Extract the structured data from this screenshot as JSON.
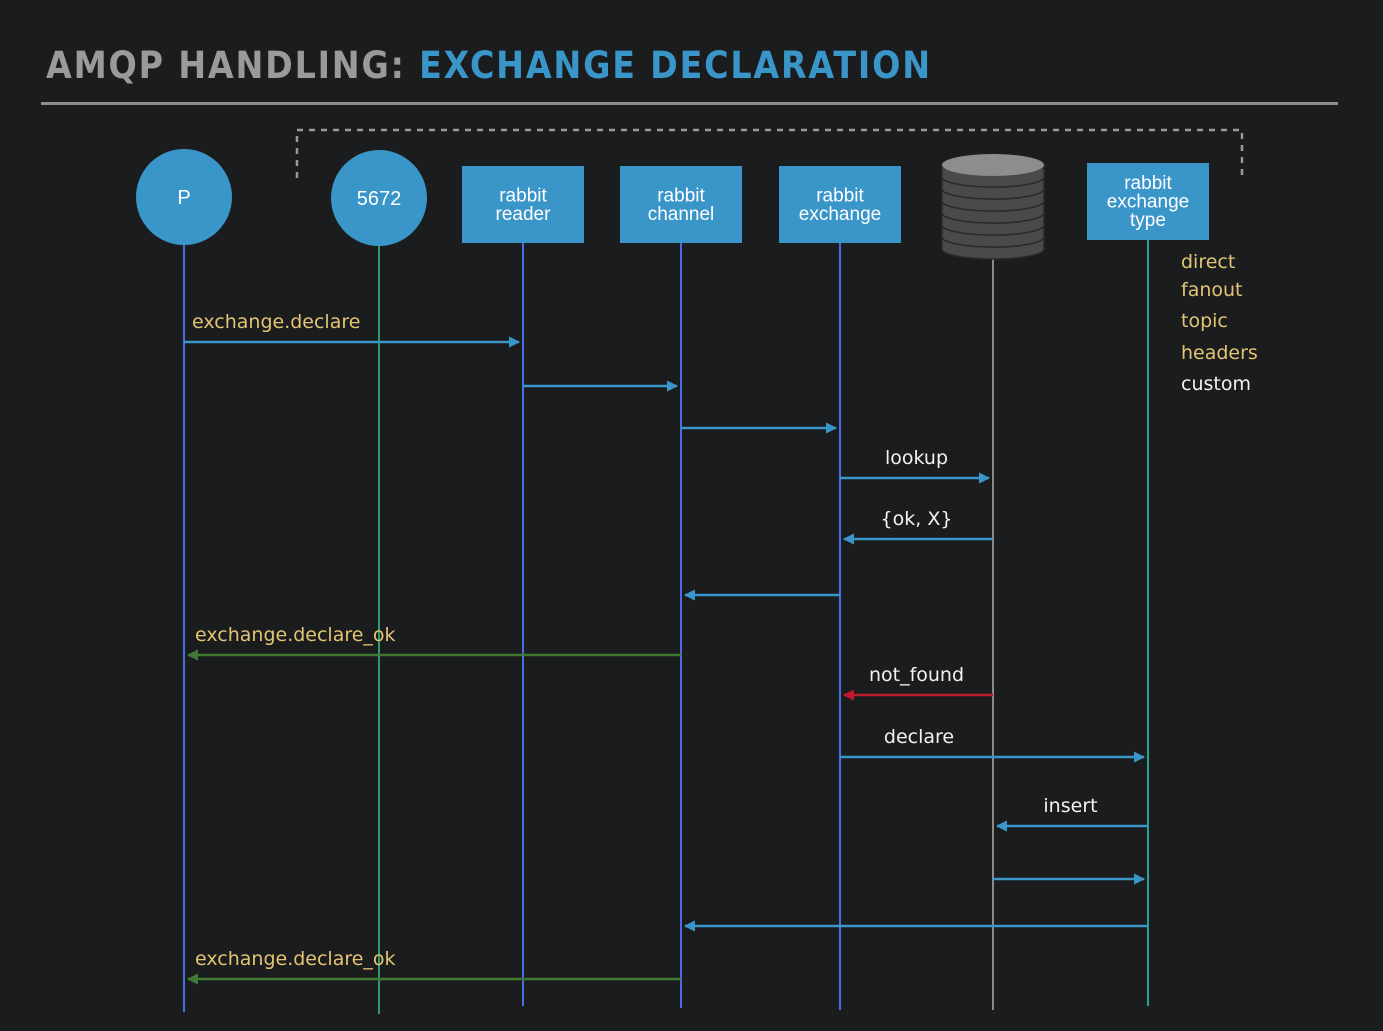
{
  "title": {
    "prefix": "AMQP HANDLING:",
    "main": "EXCHANGE DECLARATION"
  },
  "participants": [
    {
      "id": "producer",
      "shape": "circle",
      "label": "P"
    },
    {
      "id": "port",
      "shape": "circle",
      "label": "5672"
    },
    {
      "id": "reader",
      "shape": "box",
      "label": "rabbit\nreader"
    },
    {
      "id": "channel",
      "shape": "box",
      "label": "rabbit\nchannel"
    },
    {
      "id": "exchange",
      "shape": "box",
      "label": "rabbit\nexchange"
    },
    {
      "id": "database",
      "shape": "database",
      "label": ""
    },
    {
      "id": "exchange_type",
      "shape": "box",
      "label": "rabbit\nexchange\ntype"
    }
  ],
  "exchange_types": [
    {
      "label": "direct",
      "color": "#e3c473"
    },
    {
      "label": "fanout",
      "color": "#e3c473"
    },
    {
      "label": "topic",
      "color": "#e3c473"
    },
    {
      "label": "headers",
      "color": "#e3c473"
    },
    {
      "label": "custom",
      "color": "#f2f2f2"
    }
  ],
  "messages": [
    {
      "from": "producer",
      "to": "reader",
      "label": "exchange.declare",
      "color": "blue",
      "label_color": "#e3c473"
    },
    {
      "from": "reader",
      "to": "channel",
      "label": "",
      "color": "blue"
    },
    {
      "from": "channel",
      "to": "exchange",
      "label": "",
      "color": "blue"
    },
    {
      "from": "exchange",
      "to": "database",
      "label": "lookup",
      "color": "blue",
      "label_color": "#f2f2f2"
    },
    {
      "from": "database",
      "to": "exchange",
      "label": "{ok, X}",
      "color": "blue",
      "label_color": "#f2f2f2"
    },
    {
      "from": "exchange",
      "to": "channel",
      "label": "",
      "color": "blue"
    },
    {
      "from": "channel",
      "to": "producer",
      "label": "exchange.declare_ok",
      "color": "green",
      "label_color": "#e3c473"
    },
    {
      "from": "database",
      "to": "exchange",
      "label": "not_found",
      "color": "red",
      "label_color": "#f2f2f2"
    },
    {
      "from": "exchange",
      "to": "exchange_type",
      "label": "declare",
      "color": "blue",
      "label_color": "#f2f2f2"
    },
    {
      "from": "exchange_type",
      "to": "database",
      "label": "insert",
      "color": "blue",
      "label_color": "#f2f2f2"
    },
    {
      "from": "database",
      "to": "exchange_type",
      "label": "",
      "color": "blue"
    },
    {
      "from": "exchange_type",
      "to": "channel",
      "label": "",
      "color": "blue"
    },
    {
      "from": "channel",
      "to": "producer",
      "label": "exchange.declare_ok",
      "color": "green",
      "label_color": "#e3c473"
    }
  ],
  "colors": {
    "background": "#1b1c1d",
    "accent": "#3a95c9",
    "node_fill": "#3a95c9",
    "arrow_blue": "#3a95c9",
    "arrow_green": "#3f7a34",
    "arrow_red": "#c0182c",
    "lifeline_blue": "#4a6ee0",
    "lifeline_green": "#2f9a6a",
    "lifeline_teal": "#2aa392",
    "lifeline_gray": "#8a8a8a"
  }
}
